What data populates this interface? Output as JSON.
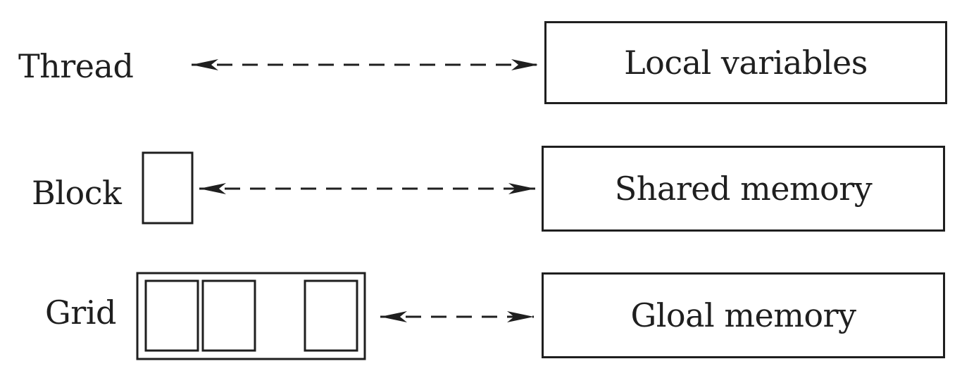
{
  "levels": [
    {
      "label": "Thread",
      "memory": "Local variables"
    },
    {
      "label": "Block",
      "memory": "Shared memory"
    },
    {
      "label": "Grid",
      "memory": "Gloal memory"
    }
  ],
  "colors": {
    "stroke": "#1f1f1f",
    "background": "#ffffff"
  }
}
